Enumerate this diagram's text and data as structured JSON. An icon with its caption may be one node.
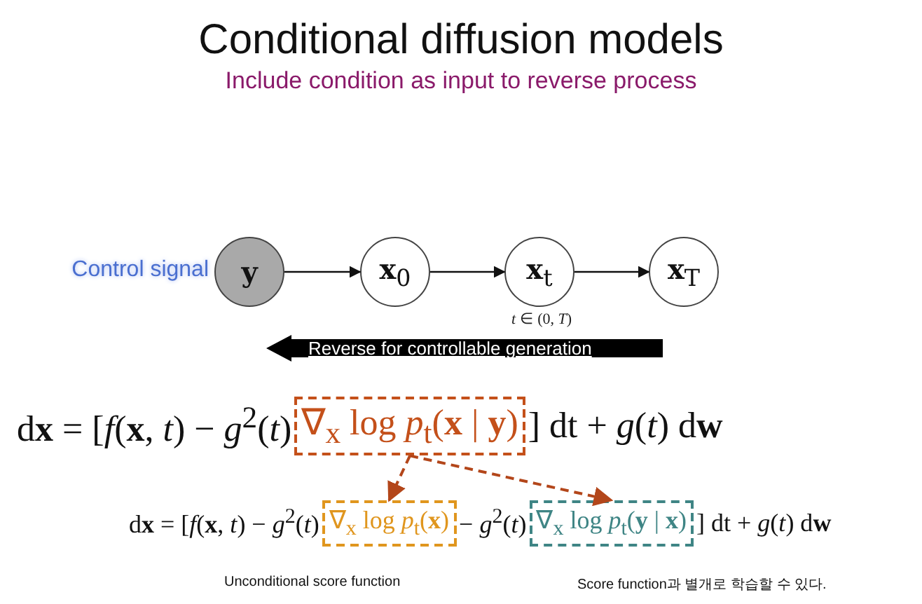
{
  "diagram": {
    "title": "Conditional diffusion models",
    "nodes": [
      {
        "text": [
          "y"
        ],
        "beside": [
          "Control signal"
        ]
      },
      {
        "text": [
          "**x**$_{0}$"
        ]
      },
      {
        "text": [
          "**x**$_{t}$"
        ],
        "beside": [
          "*t* ∈ (0, *T*)"
        ]
      },
      {
        "text": [
          "**x**$_{T}$"
        ]
      },
      {
        "text": [
          "Reverse for controllable generation"
        ]
      },
      {
        "text": [
          "∇$_{x}$ log *p*$_{t}$(**x** | **y**)"
        ]
      },
      {
        "text": [
          "∇$_{x}$ log *p*$_{t}$(**x**)"
        ]
      },
      {
        "text": [
          "∇$_{x}$ log *p*$_{t}$(**y** | **x**)"
        ]
      }
    ],
    "edges": [
      {
        "from": 0,
        "to": 1,
        "arrow": "to"
      },
      {
        "from": 1,
        "to": 2,
        "arrow": "to"
      },
      {
        "from": 2,
        "to": 3,
        "arrow": "to"
      },
      {
        "from": 5,
        "to": 6,
        "arrow": "to",
        "style": "dashed",
        "color": "#b3461a"
      },
      {
        "from": 5,
        "to": 7,
        "arrow": "to",
        "style": "dashed",
        "color": "#b3461a"
      }
    ],
    "labels": [
      "Include condition as input to reverse process",
      "d**x** = [*f*(**x**, *t*) − *g*$^{2}$(*t*)",
      "] dt + *g*(*t*) d**w**",
      "d**x** = [*f*(**x**, *t*) − *g*$^{2}$(*t*)",
      "− *g*$^{2}$(*t*)",
      "] dt + *g*(*t*) d**w**",
      "Unconditional score function",
      "Score function과 별개로 학습할 수 있다."
    ]
  }
}
